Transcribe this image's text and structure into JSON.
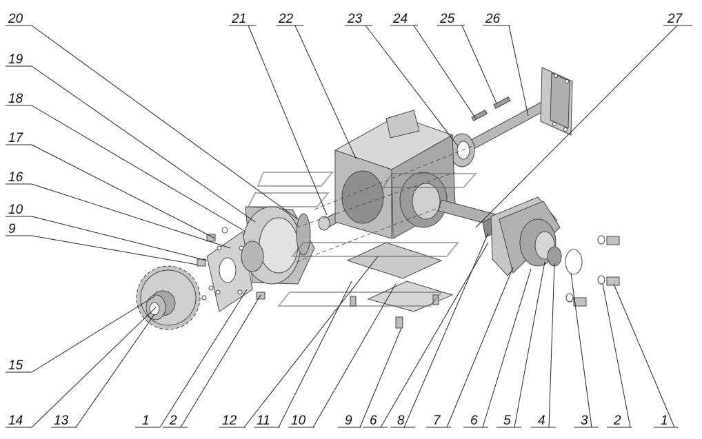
{
  "callouts": {
    "top": [
      "20",
      "21",
      "22",
      "23",
      "24",
      "25",
      "26",
      "27"
    ],
    "left": [
      "19",
      "18",
      "17",
      "16",
      "10",
      "9",
      "15"
    ],
    "bottom": [
      "14",
      "13",
      "1",
      "2",
      "12",
      "11",
      "10",
      "9",
      "6",
      "8",
      "7",
      "6",
      "5",
      "4",
      "3",
      "2",
      "1"
    ]
  },
  "colors": {
    "line": "#222222",
    "part_light": "#d4d4d4",
    "part_mid": "#b4b4b4",
    "part_dark": "#8c8c8c"
  }
}
